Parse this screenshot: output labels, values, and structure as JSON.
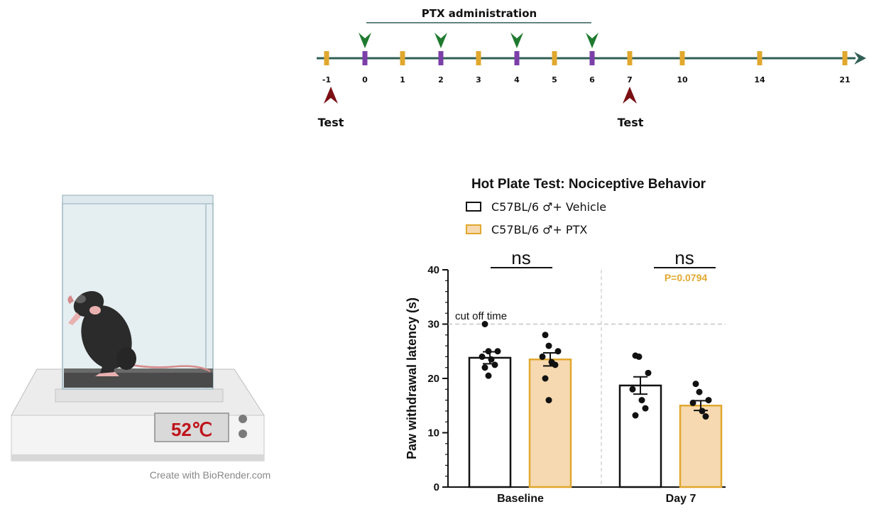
{
  "timeline": {
    "title": "PTX administration",
    "days": [
      "-1",
      "0",
      "1",
      "2",
      "3",
      "4",
      "5",
      "6",
      "7",
      "10",
      "14",
      "21"
    ],
    "dosing_days": [
      "0",
      "2",
      "4",
      "6"
    ],
    "test_days": [
      "-1",
      "7"
    ],
    "test_label": "Test",
    "colors": {
      "axis": "#2f5f55",
      "tick": "#e0a82e",
      "dose_tick": "#7b3fa8",
      "dose_arrow": "#1e7a2e",
      "test_arrow": "#7a0f14"
    }
  },
  "illustration": {
    "temperature": "52℃",
    "credit": "Create with BioRender.com",
    "temp_color": "#c0141c"
  },
  "chart_data": {
    "type": "bar",
    "title": "Hot Plate Test: Nociceptive Behavior",
    "ylabel": "Paw withdrawal latency (s)",
    "xlabel": "",
    "ylim": [
      0,
      40
    ],
    "yticks": [
      0,
      10,
      20,
      30,
      40
    ],
    "categories": [
      "Baseline",
      "Day 7"
    ],
    "cutoff": {
      "value": 30,
      "label": "cut off time"
    },
    "series": [
      {
        "name": "C57BL/6 ♂+ Vehicle",
        "color": "#ffffff",
        "edge": "#111111",
        "values": [
          23.8,
          18.7
        ],
        "sem": [
          1.1,
          1.6
        ],
        "points": [
          [
            30,
            25,
            25,
            24,
            23.5,
            22.5,
            22,
            20.5
          ],
          [
            24.2,
            24,
            21,
            18,
            16,
            14.5,
            13.2
          ]
        ]
      },
      {
        "name": "C57BL/6 ♂+ PTX",
        "color": "#f6d9b0",
        "edge": "#e0a82e",
        "values": [
          23.5,
          15.0
        ],
        "sem": [
          1.2,
          0.9
        ],
        "points": [
          [
            28,
            26,
            25,
            24,
            23,
            22.5,
            20,
            16
          ],
          [
            19,
            17.5,
            16,
            15.5,
            14,
            13
          ]
        ]
      }
    ],
    "significance": [
      {
        "category": "Baseline",
        "label": "ns"
      },
      {
        "category": "Day 7",
        "label": "ns",
        "pvalue": "P=0.0794",
        "pvalue_color": "#e0a82e"
      }
    ]
  }
}
